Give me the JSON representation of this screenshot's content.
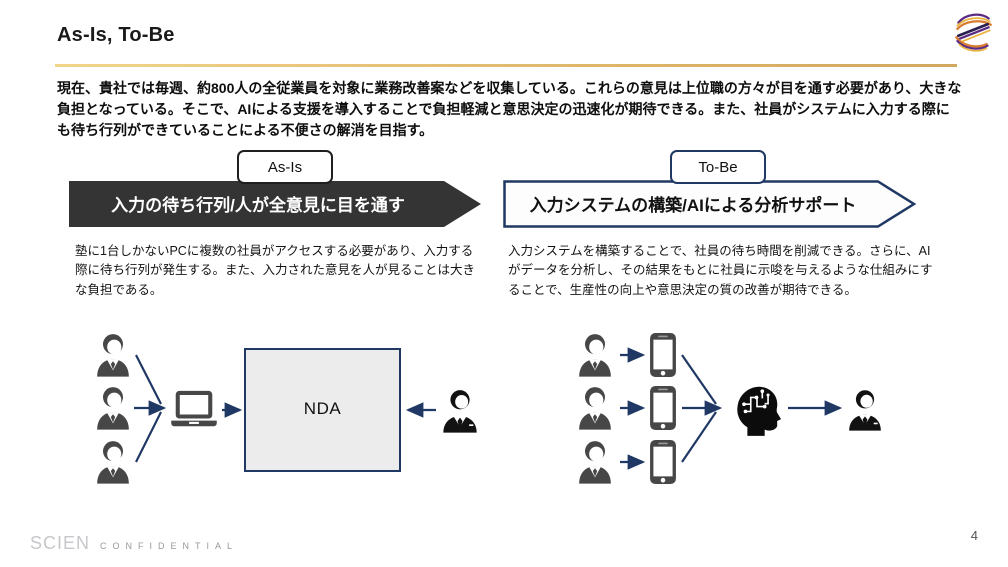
{
  "header": {
    "title": "As-Is, To-Be"
  },
  "intro": {
    "text": "現在、貴社では毎週、約800人の全従業員を対象に業務改善案などを収集している。これらの意見は上位職の方々が目を通す必要があり、大きな負担となっている。そこで、AIによる支援を導入することで負担軽減と意思決定の迅速化が期待できる。また、社員がシステムに入力する際にも待ち行列ができていることによる不便さの解消を目指す。"
  },
  "as_is": {
    "label": "As-Is",
    "banner_text": "入力の待ち行列/人が全意見に目を通す",
    "description": "塾に1台しかないPCに複数の社員がアクセスする必要があり、入力する際に待ち行列が発生する。また、入力された意見を人が見ることは大きな負担である。",
    "box_label": "NDA"
  },
  "to_be": {
    "label": "To-Be",
    "banner_text": "入力システムの構築/AIによる分析サポート",
    "description": "入力システムを構築することで、社員の待ち時間を削減できる。さらに、AIがデータを分析し、その結果をもとに社員に示唆を与えるような仕組みにすることで、生産性の向上や意思決定の質の改善が期待できる。"
  },
  "footer": {
    "brand": "SCIEN",
    "confidential": "CONFIDENTIAL",
    "page": "4"
  },
  "colors": {
    "accent_navy": "#1f3864",
    "banner_dark": "#343434",
    "underline_gold": "#ddb66a",
    "icon_gray": "#474747",
    "icon_black": "#121212",
    "nda_box_fill": "#ececec",
    "logo_purple": "#5b2c83",
    "logo_orange": "#d97c2f",
    "logo_gold": "#e8b33c"
  },
  "icons": {
    "logo": "company-swirl-logo",
    "person": "employee-bust",
    "laptop": "shared-pc-laptop",
    "phone": "smartphone",
    "ai_head": "ai-brain-head",
    "manager": "businessman-reviewer"
  }
}
